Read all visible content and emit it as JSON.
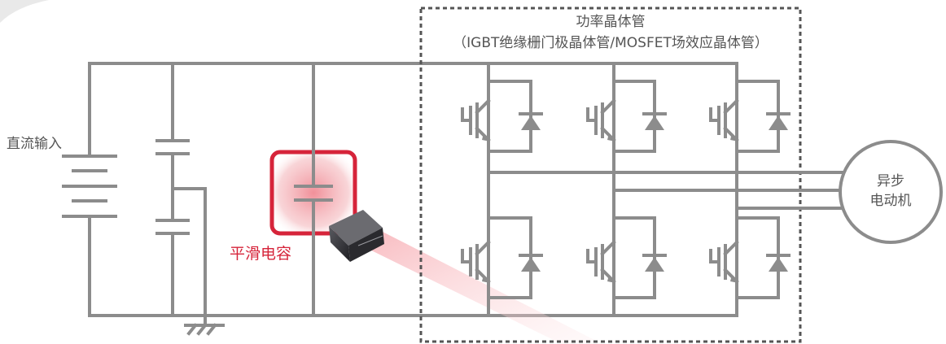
{
  "labels": {
    "dc_input": "直流输入",
    "smoothing_capacitor": "平滑电容",
    "power_transistor_title": "功率晶体管",
    "power_transistor_subtitle": "（IGBT绝缘栅门极晶体管/MOSFET场效应晶体管）",
    "motor_line1": "异步",
    "motor_line2": "电动机"
  },
  "colors": {
    "wire": "#8c8c8c",
    "highlight": "#d6243a",
    "highlight_glow": "#f2b3b8",
    "text": "#555555",
    "highlight_text": "#d6243a",
    "capacitor_body": "#3a3a3e"
  },
  "icons": [
    "battery-icon",
    "capacitor-icon",
    "ground-icon",
    "igbt-icon",
    "diode-icon",
    "motor-icon",
    "film-capacitor-icon"
  ]
}
